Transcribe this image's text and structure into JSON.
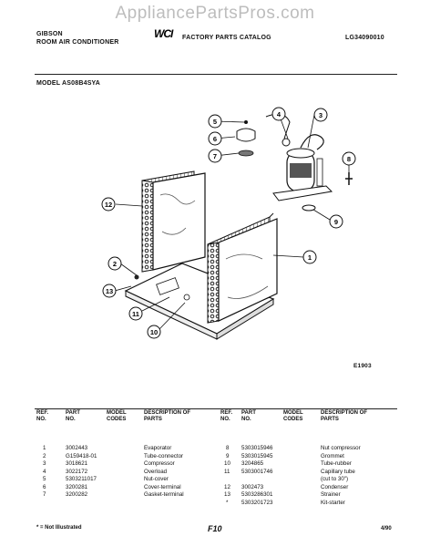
{
  "watermark": "AppliancePartsPros.com",
  "header": {
    "brand": "GIBSON",
    "product": "ROOM AIR CONDITIONER",
    "logo_text": "WCI",
    "catalog_title": "FACTORY PARTS CATALOG",
    "catalog_number": "LG34090010",
    "model_line": "MODEL AS08B4SYA"
  },
  "diagram": {
    "figure_code": "E1903",
    "callouts": [
      "1",
      "2",
      "3",
      "4",
      "5",
      "6",
      "7",
      "8",
      "9",
      "10",
      "11",
      "12",
      "13"
    ]
  },
  "table": {
    "headers": {
      "ref": "REF. NO.",
      "part": "PART NO.",
      "model": "MODEL CODES",
      "desc": "DESCRIPTION OF PARTS"
    },
    "left_rows": [
      {
        "ref": "1",
        "part": "3002443",
        "model": "",
        "desc": "Evaporator"
      },
      {
        "ref": "2",
        "part": "G159418-01",
        "model": "",
        "desc": "Tube-connector"
      },
      {
        "ref": "3",
        "part": "3018621",
        "model": "",
        "desc": "Compressor"
      },
      {
        "ref": "4",
        "part": "3022172",
        "model": "",
        "desc": "Overload"
      },
      {
        "ref": "5",
        "part": "5303211017",
        "model": "",
        "desc": "Nut-cover"
      },
      {
        "ref": "6",
        "part": "3200281",
        "model": "",
        "desc": "Cover-terminal"
      },
      {
        "ref": "7",
        "part": "3200282",
        "model": "",
        "desc": "Gasket-terminal"
      }
    ],
    "right_rows": [
      {
        "ref": "8",
        "part": "5303015946",
        "model": "",
        "desc": "Nut compressor"
      },
      {
        "ref": "9",
        "part": "5303015945",
        "model": "",
        "desc": "Grommet"
      },
      {
        "ref": "10",
        "part": "3204865",
        "model": "",
        "desc": "Tube-rubber"
      },
      {
        "ref": "11",
        "part": "5303001746",
        "model": "",
        "desc": "Capillary tube"
      },
      {
        "ref": "",
        "part": "",
        "model": "",
        "desc": "(cut to 30\")"
      },
      {
        "ref": "12",
        "part": "3002473",
        "model": "",
        "desc": "Condenser"
      },
      {
        "ref": "13",
        "part": "5303286301",
        "model": "",
        "desc": "Strainer"
      },
      {
        "ref": "*",
        "part": "5303201723",
        "model": "",
        "desc": "Kit-starter"
      }
    ]
  },
  "footer": {
    "note": "* = Not Illustrated",
    "page": "F10",
    "date": "4/90"
  }
}
